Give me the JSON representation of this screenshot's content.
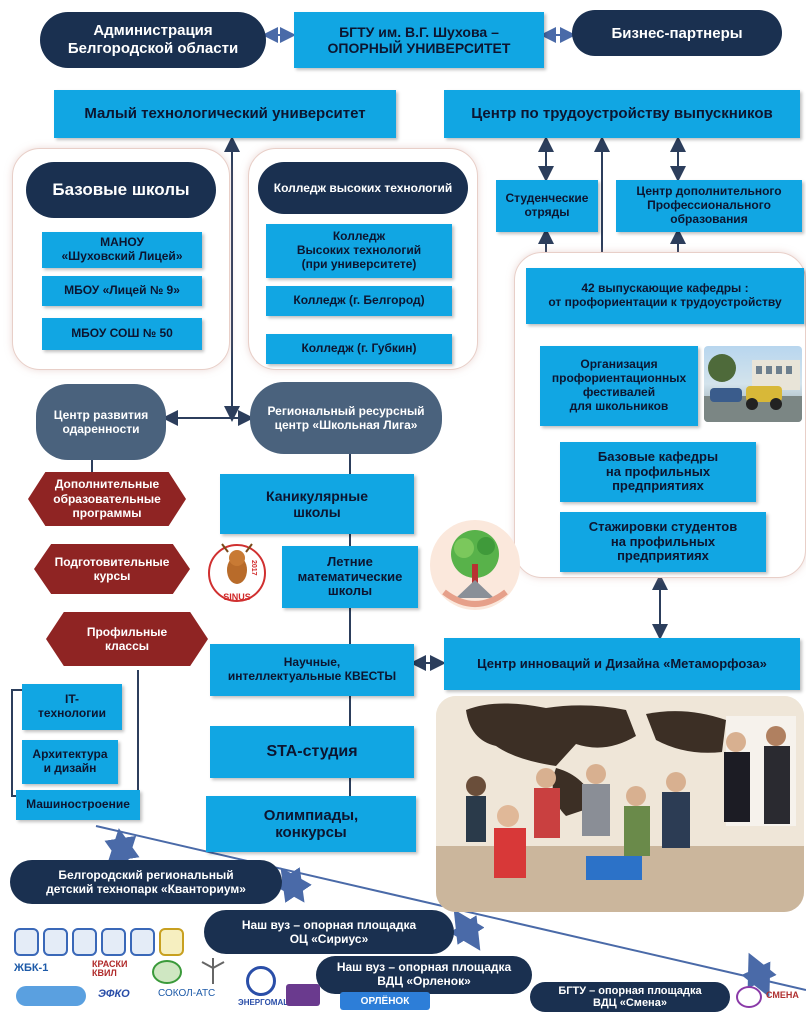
{
  "header": {
    "admin": "Администрация\nБелгородской области",
    "university": "БГТУ им. В.Г. Шухова –\nОПОРНЫЙ УНИВЕРСИТЕТ",
    "partners": "Бизнес-партнеры"
  },
  "left_column": {
    "small_university": "Малый технологический университет",
    "base_schools_title": "Базовые школы",
    "schools": [
      "МАНОУ\n«Шуховский Лицей»",
      "МБОУ «Лицей № 9»",
      "МБОУ СОШ № 50"
    ],
    "college_title": "Колледж высоких технологий",
    "colleges": [
      "Колледж\nВысоких технологий\n(при университете)",
      "Колледж (г. Белгород)",
      "Колледж (г. Губкин)"
    ],
    "talent_center": "Центр развития\nодаренности",
    "programs": [
      "Дополнительные\nобразовательные\nпрограммы",
      "Подготовительные\nкурсы",
      "Профильные\nклассы"
    ],
    "specializations": [
      "IT-\nтехнологии",
      "Архитектура\nи дизайн",
      "Машиностроение"
    ]
  },
  "center_column": {
    "regional_center": "Региональный ресурсный\nцентр «Школьная Лига»",
    "holiday_schools": "Каникулярные\nшколы",
    "summer_schools": "Летние\nматематические\nшколы",
    "sinus_logo": "SINUS",
    "sinus_year": "2017",
    "quests": "Научные,\nинтеллектуальные КВЕСТЫ",
    "sta_studio": "STA-студия",
    "olympiads": "Олимпиады,\nконкурсы"
  },
  "right_column": {
    "employment_center": "Центр по трудоустройству выпускников",
    "student_teams": "Студенческие\nотряды",
    "extra_education_center": "Центр дополнительного\nПрофессионального\nобразования",
    "departments": "42 выпускающие кафедры :\nот профориентации к трудоустройству",
    "festivals": "Организация\nпрофориентационных\nфестивалей\nдля школьников",
    "base_departments": "Базовые кафедры\nна профильных\nпредприятиях",
    "internships": "Стажировки студентов\nна профильных\nпредприятиях",
    "innovation_center": "Центр инноваций и Дизайна «Метаморфоза»"
  },
  "bottom": {
    "technopark": "Белгородский региональный\nдетский технопарк «Кванториум»",
    "sirius": "Наш вуз – опорная площадка\nОЦ «Сириус»",
    "orlenok": "Наш вуз – опорная площадка\nВДЦ «Орленок»",
    "smena": "БГТУ – опорная площадка\nВДЦ «Смена»"
  },
  "sponsor_logos": [
    "ЖБК-1",
    "КРАСКИ КВИЛ",
    "ЭФКО",
    "СОКОЛ-АТС",
    "ЭНЕРГОМАШ",
    "ОРЛЁНОК",
    "СМЕНА"
  ],
  "colors": {
    "navy": "#1a3050",
    "blue": "#11a6e3",
    "slate": "#4a627d",
    "hex_red": "#8f2423",
    "connector": "#4a6aa8"
  }
}
